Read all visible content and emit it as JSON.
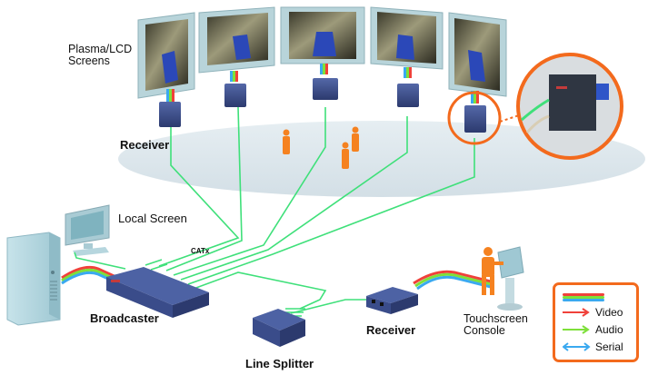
{
  "diagram": {
    "title": "Video/Audio/Serial distribution over CATx",
    "labels": {
      "screens": "Plasma/LCD\nScreens",
      "screens_line1": "Plasma/LCD",
      "screens_line2": "Screens",
      "receiver_top": "Receiver",
      "local_screen": "Local Screen",
      "catx": "CATx",
      "broadcaster": "Broadcaster",
      "line_splitter": "Line Splitter",
      "receiver_bottom": "Receiver",
      "touchscreen_line1": "Touchscreen",
      "touchscreen_line2": "Console"
    },
    "nodes": [
      {
        "id": "pc",
        "type": "computer-tower"
      },
      {
        "id": "local-screen",
        "type": "monitor"
      },
      {
        "id": "broadcaster",
        "type": "broadcaster-unit"
      },
      {
        "id": "line-splitter",
        "type": "splitter-unit"
      },
      {
        "id": "receiver-bottom",
        "type": "receiver-unit"
      },
      {
        "id": "touchscreen-console",
        "type": "kiosk"
      },
      {
        "id": "screen-1",
        "type": "plasma-screen"
      },
      {
        "id": "screen-2",
        "type": "plasma-screen"
      },
      {
        "id": "screen-3",
        "type": "plasma-screen"
      },
      {
        "id": "screen-4",
        "type": "plasma-screen"
      },
      {
        "id": "screen-5",
        "type": "plasma-screen"
      },
      {
        "id": "receiver-1",
        "type": "receiver-unit"
      },
      {
        "id": "receiver-2",
        "type": "receiver-unit"
      },
      {
        "id": "receiver-3",
        "type": "receiver-unit"
      },
      {
        "id": "receiver-4",
        "type": "receiver-unit"
      },
      {
        "id": "receiver-5",
        "type": "receiver-unit",
        "highlighted": true
      }
    ],
    "people_count": 4
  },
  "legend": {
    "items": [
      {
        "label": "",
        "icon": "combined-cable-icon"
      },
      {
        "label": "Video",
        "icon": "arrow-right-icon",
        "color": "#f0413a"
      },
      {
        "label": "Audio",
        "icon": "arrow-right-icon",
        "color": "#7ee03a"
      },
      {
        "label": "Serial",
        "icon": "arrow-both-icon",
        "color": "#3aa9f0"
      }
    ]
  },
  "colors": {
    "catx": "#3fe07a",
    "accent": "#f36a1d",
    "video": "#f0413a",
    "audio": "#7ee03a",
    "serial": "#3aa9f0",
    "device": "#3d4f8c",
    "person": "#f58220"
  }
}
